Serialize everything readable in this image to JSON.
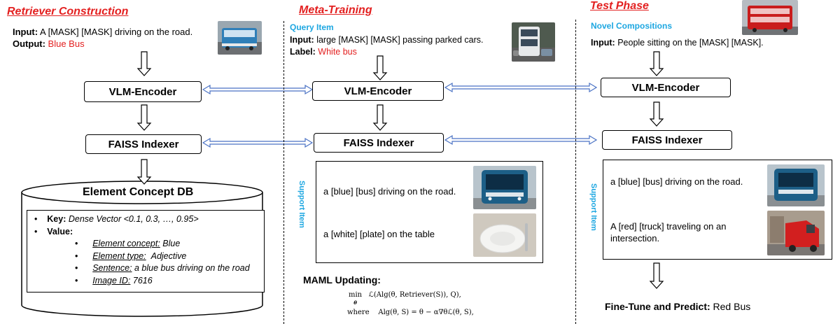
{
  "retriever": {
    "title": "Retriever Construction",
    "input_label": "Input:",
    "input_text": "A  [MASK] [MASK] driving on the road.",
    "output_label": "Output:",
    "output_text": "Blue Bus",
    "encoder": "VLM-Encoder",
    "indexer": "FAISS Indexer",
    "db": {
      "title": "Element Concept DB",
      "key_label": "Key:",
      "key_value": "Dense Vector <0.1, 0.3, …, 0.95>",
      "value_label": "Value:",
      "concept_label": "Element concept:",
      "concept_value": "Blue",
      "type_label": "Element type:",
      "type_value": "Adjective",
      "sentence_label": "Sentence:",
      "sentence_value": "a blue bus driving on the road",
      "image_label": "Image ID:",
      "image_value": "7616"
    }
  },
  "meta": {
    "title": "Meta-Training",
    "query_heading": "Query Item",
    "input_label": "Input:",
    "input_text": "large [MASK] [MASK] passing parked cars.",
    "label_label": "Label:",
    "label_text": "White bus",
    "encoder": "VLM-Encoder",
    "indexer": "FAISS Indexer",
    "support_label": "Support Item",
    "support_1": "a [blue] [bus] driving on the road.",
    "support_2": "a [white] [plate] on the table",
    "maml_title": "MAML Updating:",
    "maml_line1_op": "min",
    "maml_line1_sub": "θ",
    "maml_line1": "ℒ(Alg(θ, Retriever(S)), Q),",
    "maml_line2_where": "where",
    "maml_line2": "Alg(θ, S) = θ − α∇θℒ(θ, S),"
  },
  "test": {
    "title": "Test Phase",
    "novel_heading": "Novel Compositions",
    "input_label": "Input:",
    "input_text": "People sitting on the [MASK] [MASK].",
    "encoder": "VLM-Encoder",
    "indexer": "FAISS Indexer",
    "support_label": "Support Item",
    "support_1": "a [blue] [bus] driving on the road.",
    "support_2a": "A [red] [truck] traveling on an",
    "support_2b": "intersection.",
    "final_label": "Fine-Tune and Predict:",
    "final_value": "Red Bus"
  },
  "colors": {
    "title_red": "#e32020",
    "heading_blue": "#1ea7e1",
    "arrow_blue": "#4a72c4"
  }
}
